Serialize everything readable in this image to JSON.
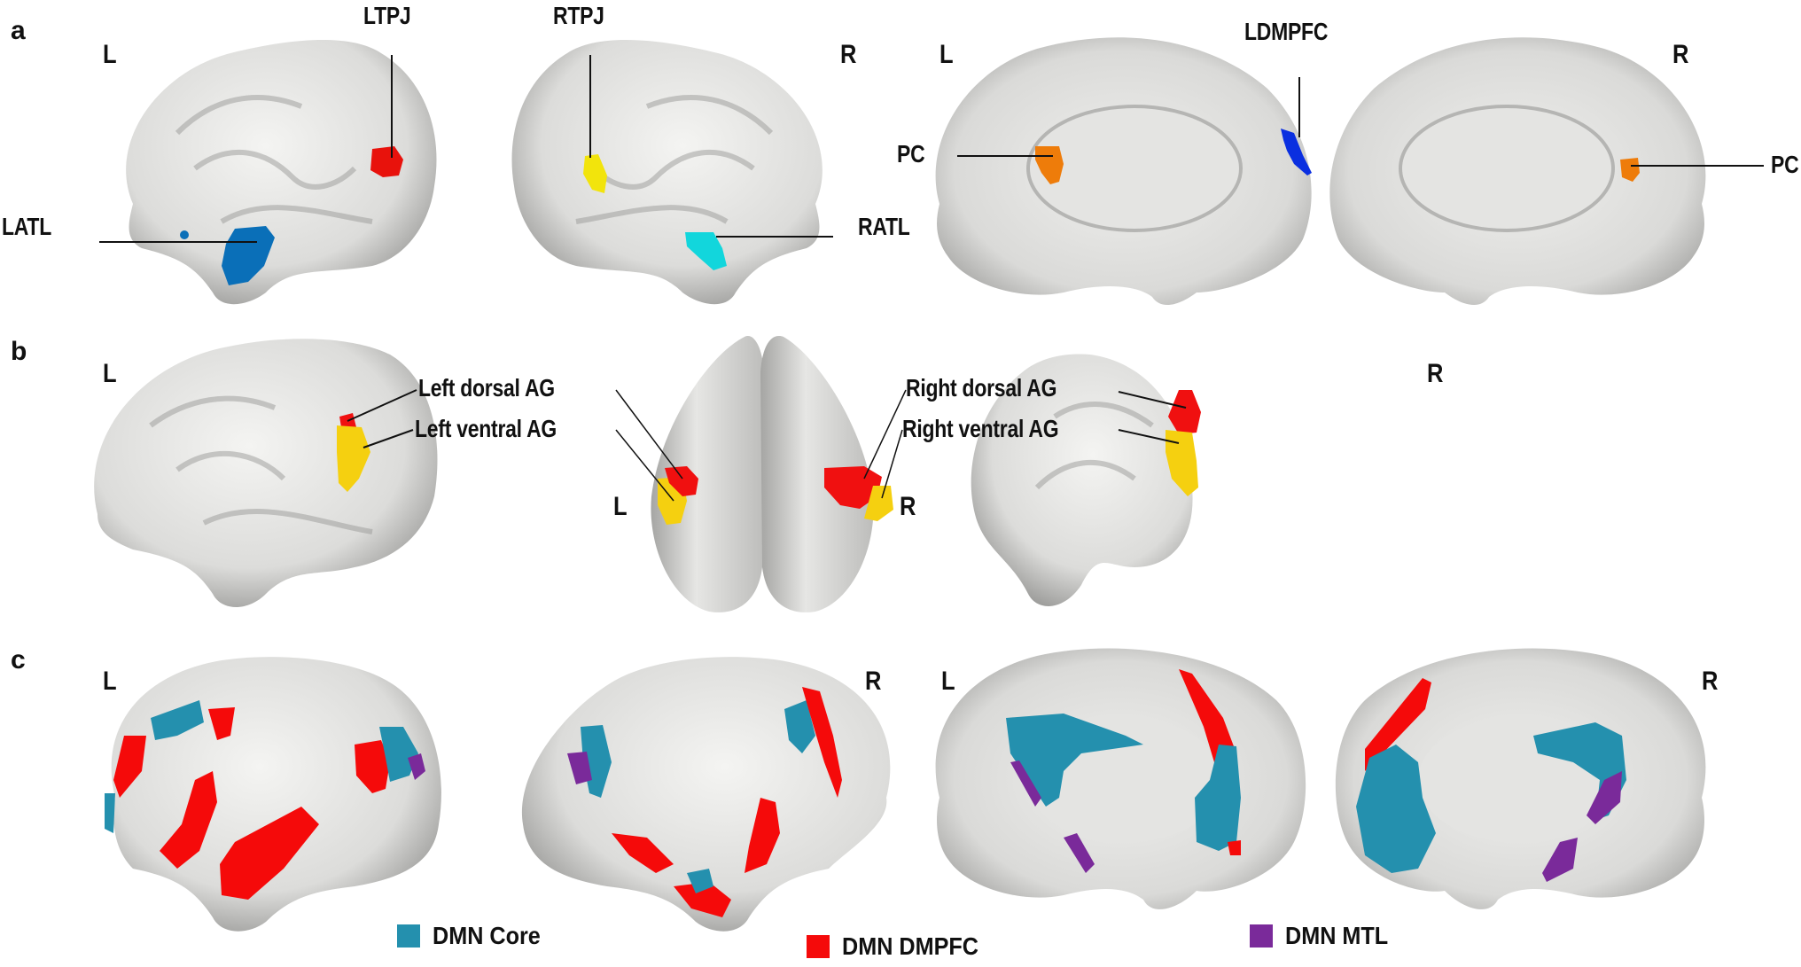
{
  "figure": {
    "panels": [
      {
        "id": "a",
        "label": "a",
        "views": [
          {
            "name": "left-lateral",
            "hemisphere_label": "L"
          },
          {
            "name": "right-lateral",
            "hemisphere_label": "R"
          },
          {
            "name": "left-medial",
            "hemisphere_label": "L"
          },
          {
            "name": "right-medial",
            "hemisphere_label": "R"
          }
        ],
        "rois": [
          {
            "label": "LTPJ",
            "color": "#e8120c"
          },
          {
            "label": "RTPJ",
            "color": "#f2e40c"
          },
          {
            "label": "LATL",
            "color": "#0a6fb8"
          },
          {
            "label": "RATL",
            "color": "#12d6dc"
          },
          {
            "label": "LDMPFC",
            "color": "#0a2fe0"
          },
          {
            "label": "PC",
            "color": "#ee7c0a"
          },
          {
            "label": "PC",
            "color": "#ee7c0a"
          }
        ]
      },
      {
        "id": "b",
        "label": "b",
        "views": [
          {
            "name": "left-lateral",
            "hemisphere_label": "L"
          },
          {
            "name": "dorsal",
            "hemisphere_label_left": "L",
            "hemisphere_label_right": "R"
          },
          {
            "name": "right-lateral",
            "hemisphere_label": "R"
          }
        ],
        "rois": [
          {
            "label": "Left dorsal AG",
            "color": "#f01010"
          },
          {
            "label": "Left ventral AG",
            "color": "#f5d010"
          },
          {
            "label": "Right dorsal AG",
            "color": "#f01010"
          },
          {
            "label": "Right ventral AG",
            "color": "#f5d010"
          }
        ]
      },
      {
        "id": "c",
        "label": "c",
        "views": [
          {
            "name": "left-lateral",
            "hemisphere_label": "L"
          },
          {
            "name": "right-lateral",
            "hemisphere_label": "R"
          },
          {
            "name": "left-medial",
            "hemisphere_label": "L"
          },
          {
            "name": "right-medial",
            "hemisphere_label": "R"
          }
        ],
        "legend": [
          {
            "label": "DMN Core",
            "color": "#2490ae"
          },
          {
            "label": "DMN DMPFC",
            "color": "#f50a0a"
          },
          {
            "label": "DMN MTL",
            "color": "#7a2a9a"
          }
        ]
      }
    ]
  }
}
